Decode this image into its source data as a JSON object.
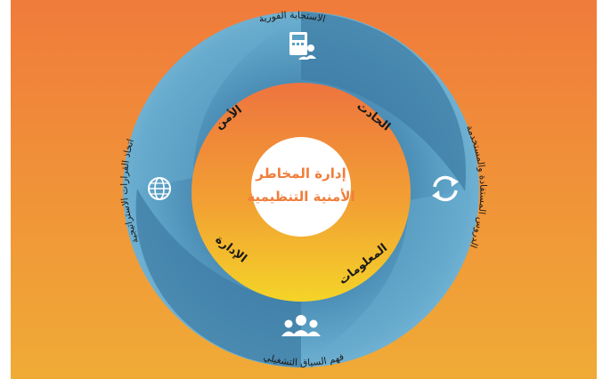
{
  "center": {
    "line1": "إدارة المخاطر",
    "line2": "الأمنية التنظيمية"
  },
  "inner_labels": {
    "security": "الأمن",
    "incident": "الحادث",
    "management": "الإدارة",
    "information": "المعلومات"
  },
  "outer_labels": {
    "immediate_response": "الاستجابة الفورية",
    "lessons_learned": "الدروس المستفادة والمستخدمة",
    "operational_context": "فهم السياق التشغيلي",
    "strategic_decisions": "اتخاذ القرارات الاستراتيجية"
  },
  "icons": {
    "top": "phone-team-icon",
    "right": "refresh-cycle-icon",
    "bottom": "people-group-icon",
    "left": "globe-icon"
  },
  "colors": {
    "bg_top": "#f07d3a",
    "bg_bottom": "#f0a93a",
    "ring_blue": "#5aa0c4",
    "ring_dark": "#2f6c93",
    "inner_top": "#ee7a3c",
    "inner_bottom": "#f3cf2a",
    "center": "#ffffff",
    "text_orange": "#f07d3a",
    "text_dark": "#1a1a1a"
  }
}
